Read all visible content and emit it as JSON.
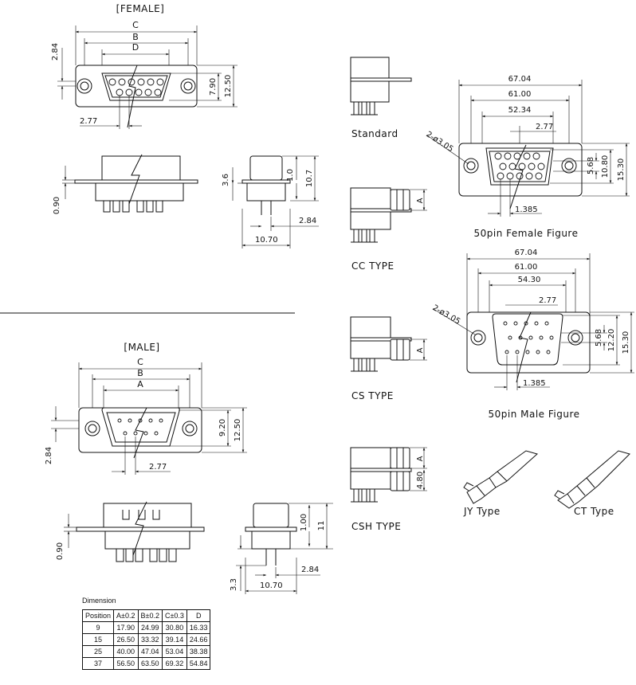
{
  "female": {
    "title": "[FEMALE]",
    "dims": {
      "c": "C",
      "b": "B",
      "d": "D",
      "h284": "2.84",
      "w790": "7.90",
      "w1250": "12.50",
      "p277": "2.77",
      "s090": "0.90",
      "s36": "3.6",
      "s10": "1.0",
      "s107": "10.7",
      "s284": "2.84",
      "s1070": "10.70"
    }
  },
  "male": {
    "title": "[MALE]",
    "dims": {
      "c": "C",
      "b": "B",
      "a": "A",
      "h284": "2.84",
      "w920": "9.20",
      "w1250": "12.50",
      "p277": "2.77",
      "s090": "0.90",
      "s100": "1.00",
      "s11": "11",
      "s33": "3.3",
      "s284": "2.84",
      "s1070": "10.70"
    }
  },
  "types": {
    "standard": "Standard",
    "cc": "CC TYPE",
    "cs": "CS TYPE",
    "csh": "CSH TYPE",
    "a": "A",
    "csh_h": "4.80"
  },
  "hd_female": {
    "caption": "50pin Female Figure",
    "d6704": "67.04",
    "d6100": "61.00",
    "d5234": "52.34",
    "d277": "2.77",
    "hole": "2-ø3.05",
    "d568": "5.68",
    "d1080": "10.80",
    "d1530": "15.30",
    "d1385": "1.385"
  },
  "hd_male": {
    "caption": "50pin Male Figure",
    "d6704": "67.04",
    "d6100": "61.00",
    "d5430": "54.30",
    "d277": "2.77",
    "hole": "2-ø3.05",
    "d568": "5.68",
    "d1220": "12.20",
    "d1530": "15.30",
    "d1385": "1.385"
  },
  "contacts": {
    "jy": "JY Type",
    "ct": "CT Type"
  },
  "dimension_table": {
    "caption": "Dimension",
    "headers": [
      "Position",
      "A±0.2",
      "B±0.2",
      "C±0.3",
      "D"
    ],
    "rows": [
      [
        "9",
        "17.90",
        "24.99",
        "30.80",
        "16.33"
      ],
      [
        "15",
        "26.50",
        "33.32",
        "39.14",
        "24.66"
      ],
      [
        "25",
        "40.00",
        "47.04",
        "53.04",
        "38.38"
      ],
      [
        "37",
        "56.50",
        "63.50",
        "69.32",
        "54.84"
      ]
    ]
  }
}
